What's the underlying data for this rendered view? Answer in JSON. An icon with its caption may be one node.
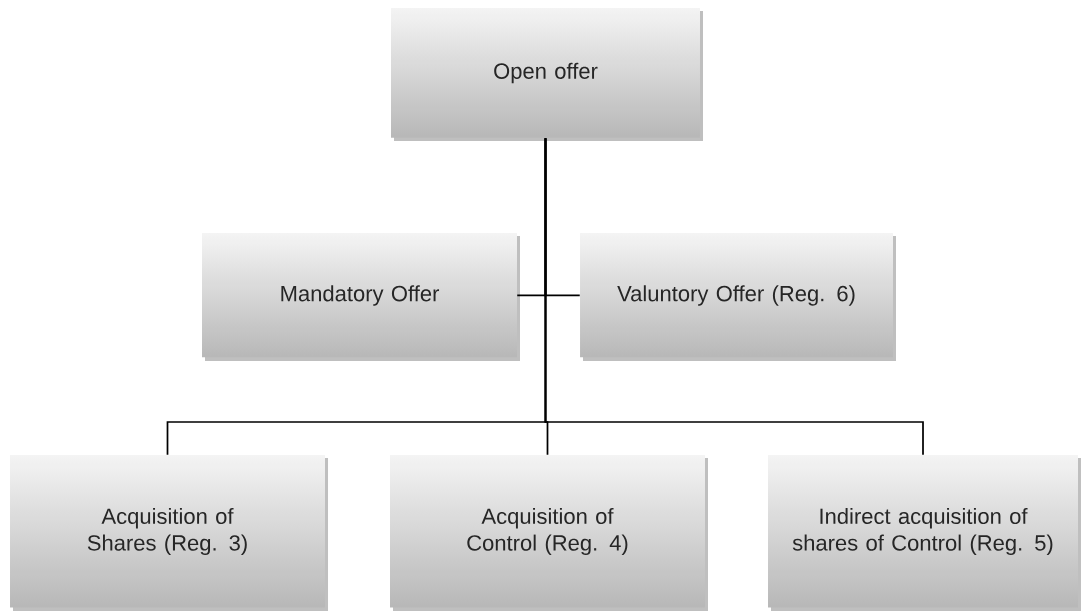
{
  "diagram": {
    "nodes": [
      {
        "text": [
          "Open offer"
        ]
      },
      {
        "text": [
          "Mandatory Offer"
        ]
      },
      {
        "text": [
          "Valuntory Offer (Reg. 6)"
        ]
      },
      {
        "text": [
          "Acquisition of Shares (Reg. 3)"
        ]
      },
      {
        "text": [
          "Acquisition of Control (Reg. 4)"
        ]
      },
      {
        "text": [
          "Indirect acquisition of shares of Control (Reg. 5)"
        ]
      }
    ],
    "edges": [
      {
        "from": 0,
        "to": 1,
        "arrow": "none"
      },
      {
        "from": 0,
        "to": 2,
        "arrow": "none"
      },
      {
        "from": 0,
        "to": 3,
        "arrow": "none"
      },
      {
        "from": 0,
        "to": 4,
        "arrow": "none"
      },
      {
        "from": 0,
        "to": 5,
        "arrow": "none"
      }
    ]
  }
}
